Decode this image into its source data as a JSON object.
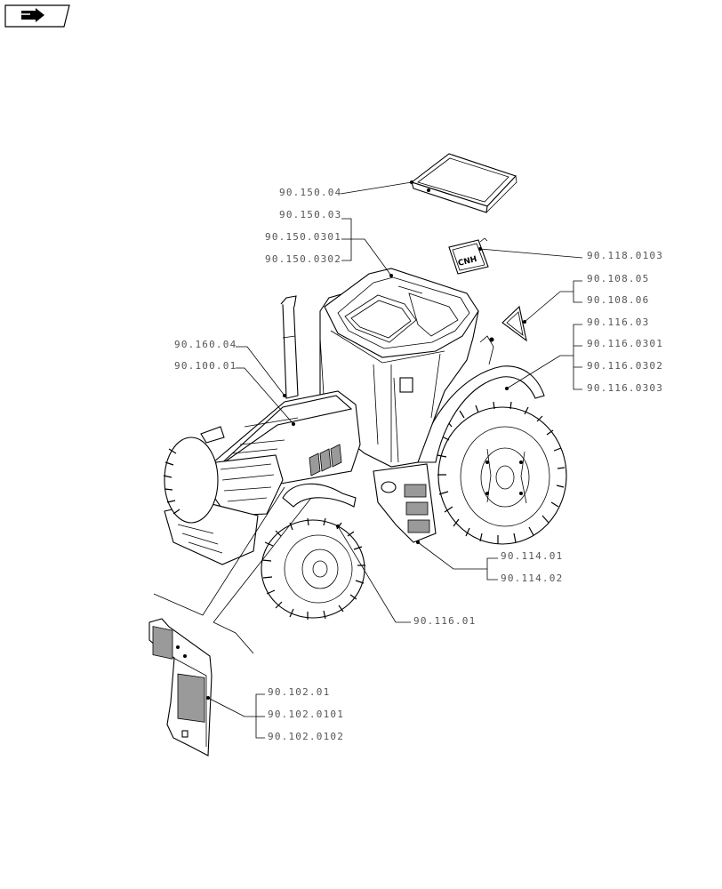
{
  "toolbar": {
    "nav_icon": "arrow-navigation-icon"
  },
  "callouts": {
    "c_90_150_04": "90.150.04",
    "c_90_150_03": "90.150.03",
    "c_90_150_0301": "90.150.0301",
    "c_90_150_0302": "90.150.0302",
    "c_90_118_0103": "90.118.0103",
    "c_90_108_05": "90.108.05",
    "c_90_108_06": "90.108.06",
    "c_90_116_03": "90.116.03",
    "c_90_116_0301": "90.116.0301",
    "c_90_116_0302": "90.116.0302",
    "c_90_116_0303": "90.116.0303",
    "c_90_160_04": "90.160.04",
    "c_90_100_01": "90.100.01",
    "c_90_114_01": "90.114.01",
    "c_90_114_02": "90.114.02",
    "c_90_116_01": "90.116.01",
    "c_90_102_01": "90.102.01",
    "c_90_102_0101": "90.102.0101",
    "c_90_102_0102": "90.102.0102"
  },
  "decal_text": "CNH"
}
